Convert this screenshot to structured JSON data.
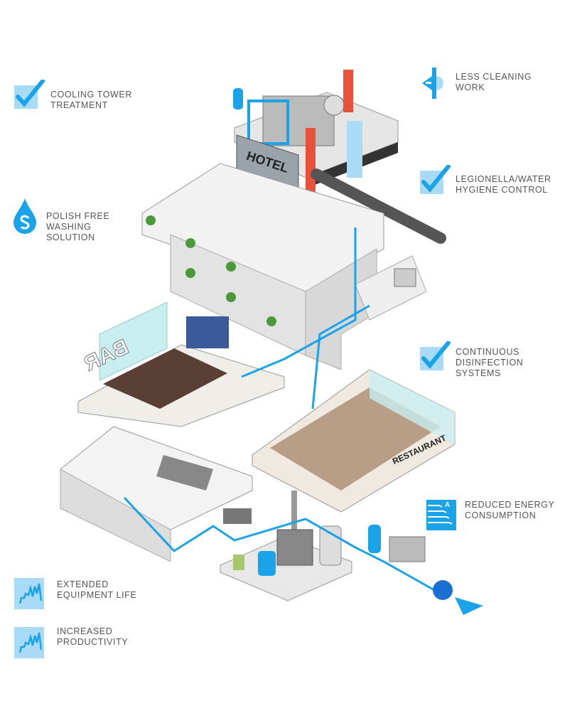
{
  "benefits_left": [
    {
      "icon": "checkmark-icon",
      "text": "COOLING TOWER\nTREATMENT"
    },
    {
      "icon": "water-drop-icon",
      "text": "POLISH FREE\nWASHING\nSOLUTION"
    },
    {
      "icon": "rising-graph-icon",
      "text": "EXTENDED\nEQUIPMENT LIFE"
    },
    {
      "icon": "rising-graph-icon",
      "text": "INCREASED\nPRODUCTIVITY"
    }
  ],
  "benefits_right": [
    {
      "icon": "cleaning-valve-icon",
      "text": "LESS CLEANING\nWORK"
    },
    {
      "icon": "checkmark-icon",
      "text": "LEGIONELLA/WATER\nHYGIENE CONTROL"
    },
    {
      "icon": "checkmark-icon",
      "text": "CONTINUOUS\nDISINFECTION\nSYSTEMS"
    },
    {
      "icon": "energy-rating-icon",
      "text": "REDUCED ENERGY\nCONSUMPTION",
      "rating": "A"
    }
  ],
  "illustration": {
    "hotel_sign": "HOTEL",
    "bar_sign": "BAR",
    "restaurant_sign": "RESTAURANT"
  },
  "colors": {
    "accent": "#1aa3e8",
    "light_accent": "#a9dbf7",
    "hot": "#e8523a",
    "text": "#555555"
  }
}
